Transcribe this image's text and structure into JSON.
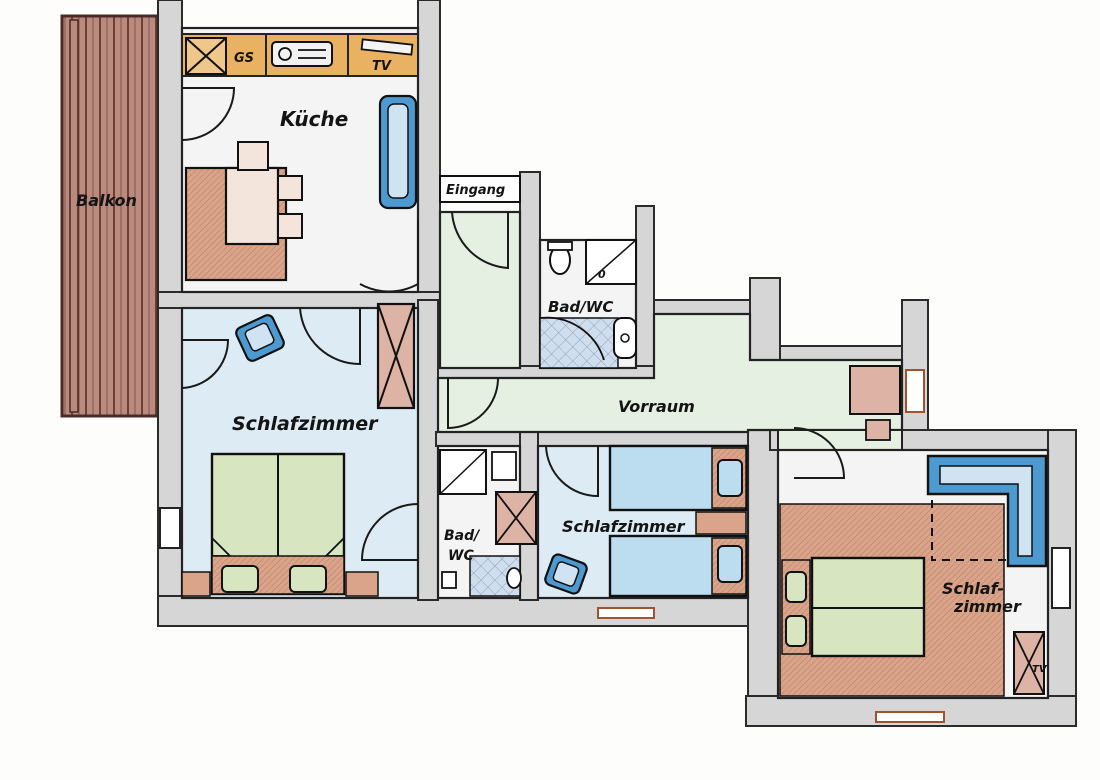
{
  "plan": {
    "rooms": {
      "balkon": "Balkon",
      "kueche": "Küche",
      "eingang": "Eingang",
      "bad_wc_top": "Bad/WC",
      "vorraum": "Vorraum",
      "schlafzimmer_left": "Schlafzimmer",
      "bad_wc_small_line1": "Bad/",
      "bad_wc_small_line2": "WC",
      "schlafzimmer_middle": "Schlafzimmer",
      "schlafzimmer_right_line1": "Schlaf-",
      "schlafzimmer_right_line2": "zimmer"
    },
    "fixtures": {
      "dishwasher": "GS",
      "kitchen_tv": "TV",
      "bedroom_tv": "TV",
      "shower_drain": "0"
    },
    "colors": {
      "wall": "#d6d6d6",
      "balcony": "#b98a7e",
      "kitchen_counter": "#e9b262",
      "blue_floor": "#dcebf4",
      "green_floor": "#e6f0e2",
      "wood_furniture": "#d9a48a",
      "bed_green": "#d7e5c0",
      "sofa_blue": "#4d9ad0",
      "tile_blue": "#cfdeee"
    }
  }
}
